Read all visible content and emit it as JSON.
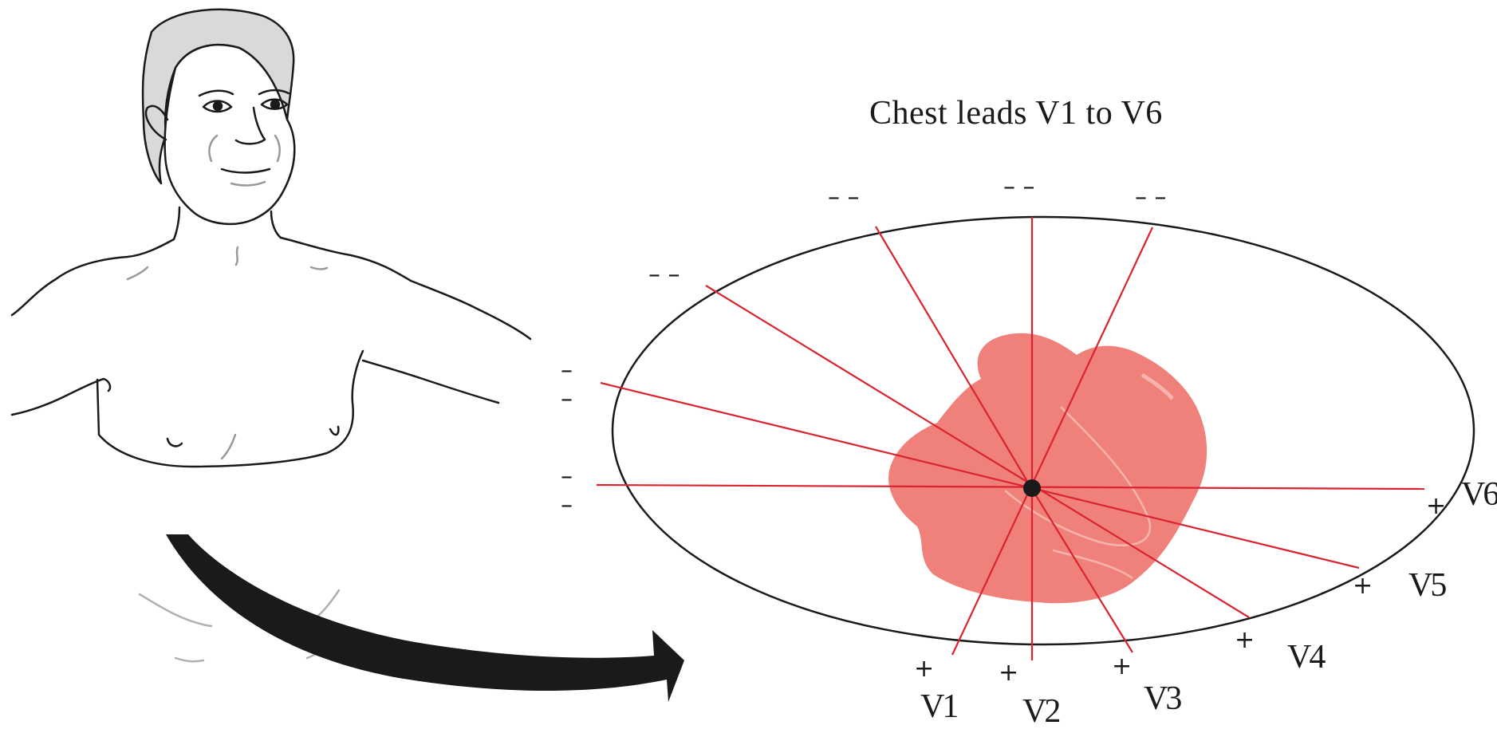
{
  "diagram": {
    "title": "Chest leads V1 to V6",
    "leads": [
      {
        "label": "V1",
        "positive_sign": "+",
        "negative_signs": "– –"
      },
      {
        "label": "V2",
        "positive_sign": "+",
        "negative_signs": "– –"
      },
      {
        "label": "V3",
        "positive_sign": "+",
        "negative_signs": "– –"
      },
      {
        "label": "V4",
        "positive_sign": "+",
        "negative_signs": "– –"
      },
      {
        "label": "V5",
        "positive_sign": "+",
        "negative_signs": "– –"
      },
      {
        "label": "V6",
        "positive_sign": "+",
        "negative_signs": "– –"
      }
    ],
    "colors": {
      "lead_lines": "#d9232e",
      "heart": "#f0807a",
      "heart_highlight": "#f7b3ad",
      "outline": "#1a1a1a",
      "hair": "#d9d9d9",
      "arrow": "#1a1a1a"
    }
  }
}
